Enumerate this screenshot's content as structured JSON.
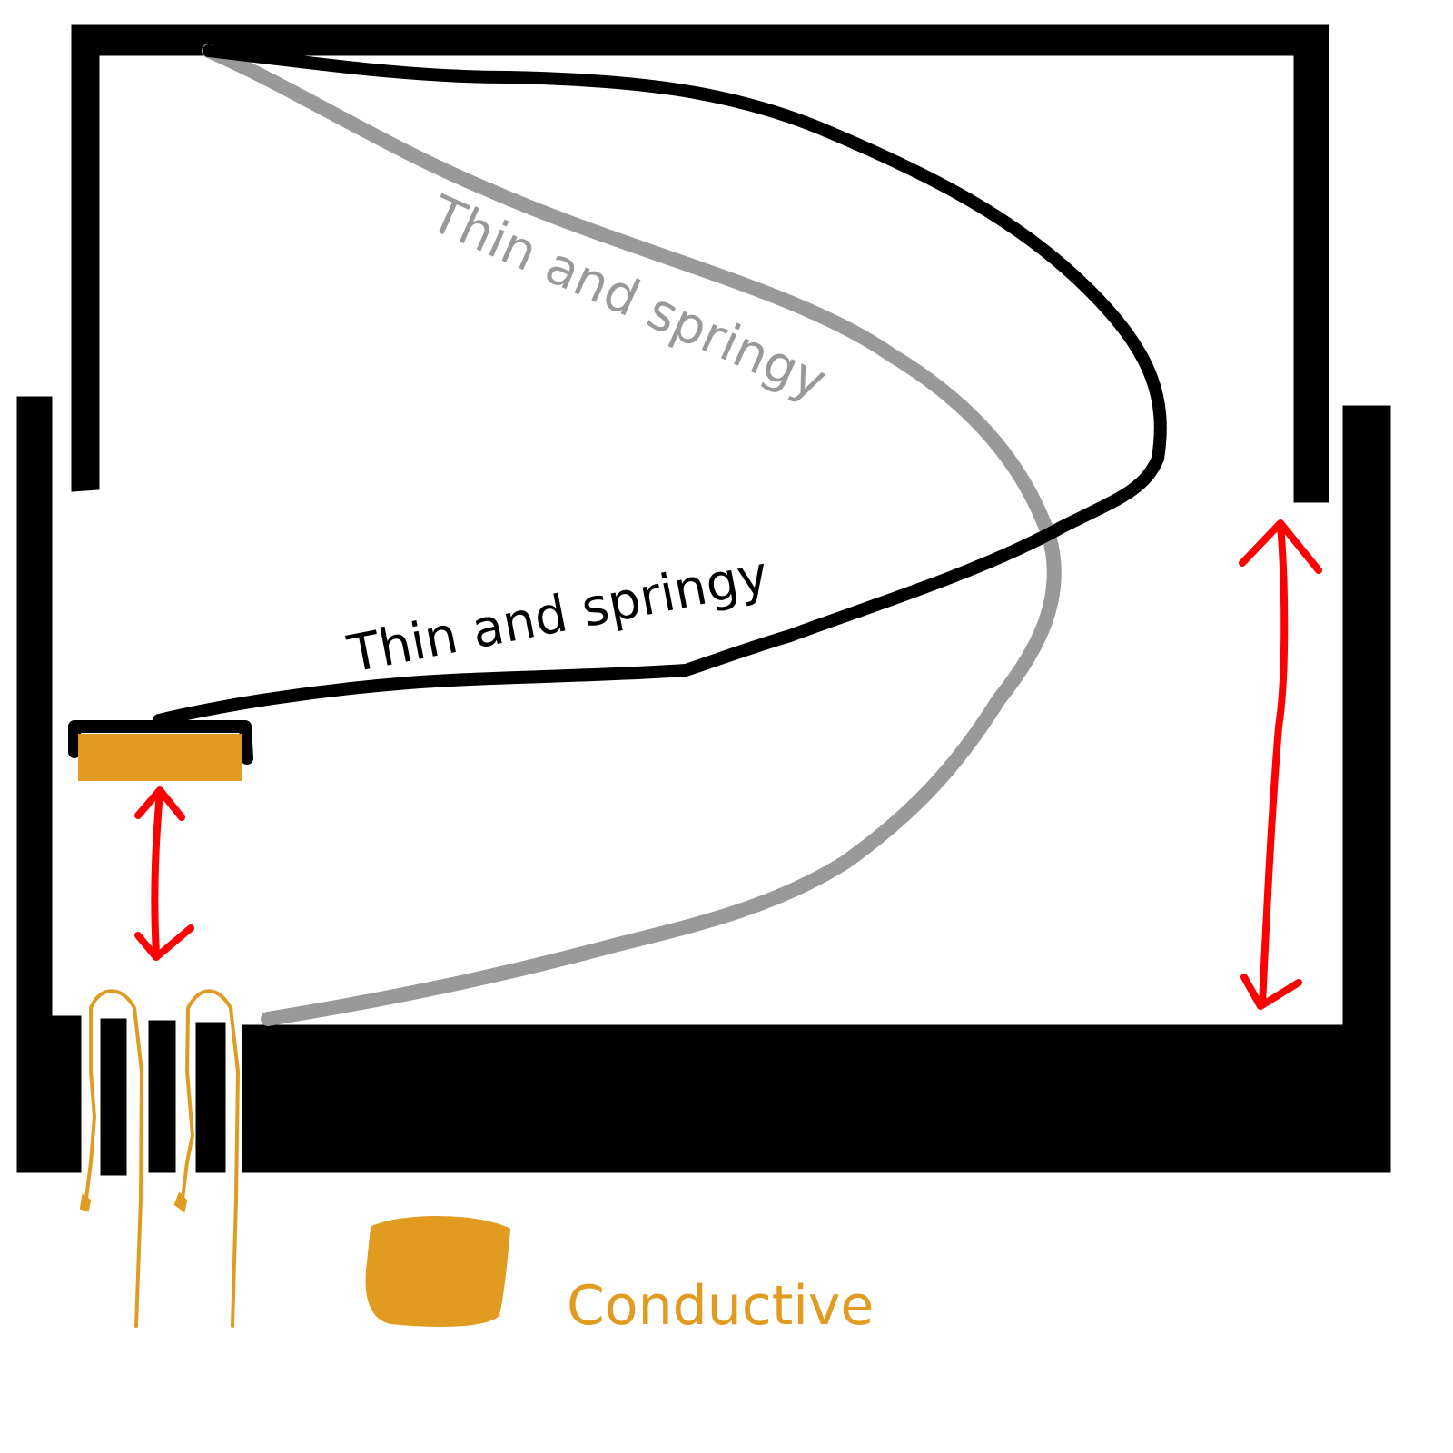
{
  "labels": {
    "gray_spring": "Thin and springy",
    "black_spring": "Thin and springy",
    "legend": "Conductive"
  },
  "colors": {
    "structure": "#000000",
    "gray_spring": "#999999",
    "conductive": "#E09B20",
    "arrow": "#FF0000",
    "background": "#FFFFFF"
  }
}
